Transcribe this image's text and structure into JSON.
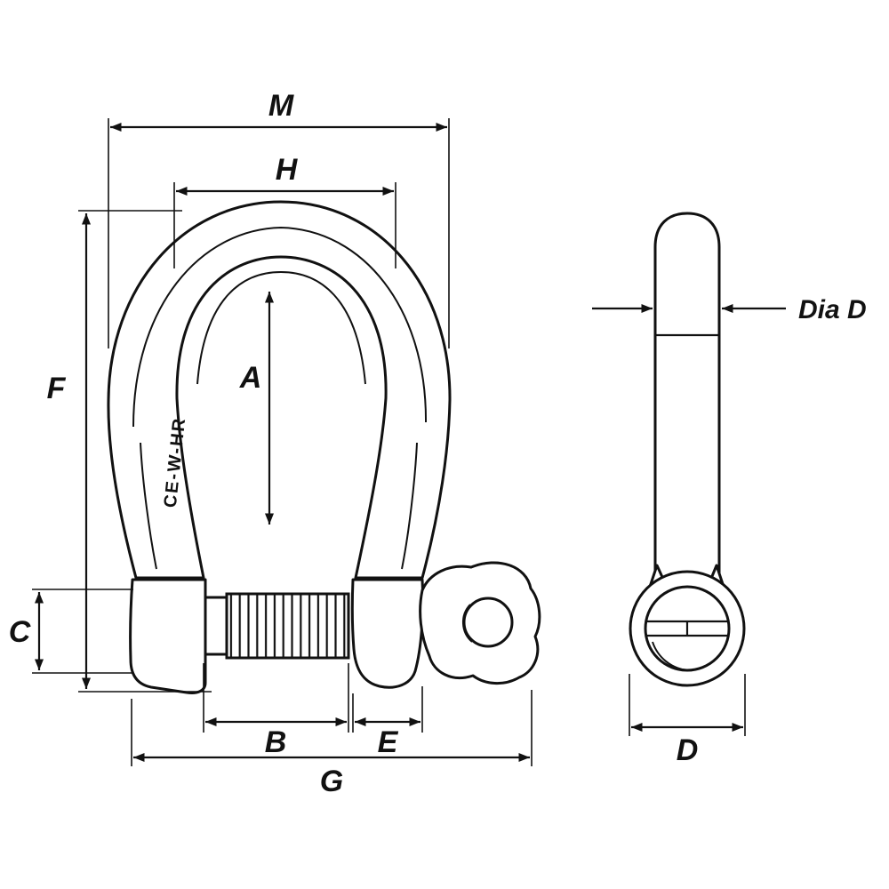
{
  "diagram": {
    "colors": {
      "line": "#111111",
      "background": "#ffffff"
    },
    "marking": "CE-W-HR",
    "dims": {
      "M": "M",
      "H": "H",
      "A": "A",
      "F": "F",
      "C": "C",
      "B": "B",
      "E": "E",
      "G": "G",
      "DiaD": "Dia D",
      "D": "D"
    }
  }
}
